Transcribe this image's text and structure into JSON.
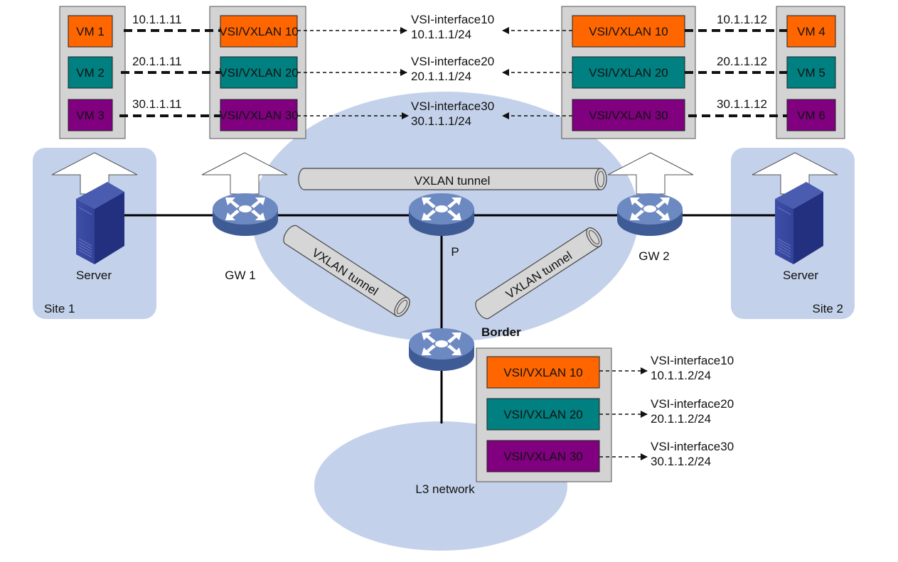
{
  "title": "VXLAN distributed gateway with border network diagram",
  "colors": {
    "vxlan10": "#ff6600",
    "vxlan20": "#008080",
    "vxlan30": "#800080",
    "region_fill": "#c3d1ea",
    "panel_fill": "#d3d3d3",
    "tunnel_fill": "#d6d6d6",
    "device_blue": "#6a86bd",
    "server_blue": "#2e3a8c"
  },
  "sites": [
    {
      "label": "Site 1"
    },
    {
      "label": "Site 2"
    }
  ],
  "regions": {
    "l3_network": "L3 network"
  },
  "devices": {
    "gw1": "GW 1",
    "gw2": "GW 2",
    "p": "P",
    "border": "Border",
    "server1": "Server",
    "server2": "Server"
  },
  "tunnels": [
    "VXLAN tunnel",
    "VXLAN tunnel",
    "VXLAN tunnel"
  ],
  "site1_vms": [
    {
      "name": "VM 1",
      "ip": "10.1.1.11",
      "vxlan": "vxlan10"
    },
    {
      "name": "VM 2",
      "ip": "20.1.1.11",
      "vxlan": "vxlan20"
    },
    {
      "name": "VM 3",
      "ip": "30.1.1.11",
      "vxlan": "vxlan30"
    }
  ],
  "site2_vms": [
    {
      "name": "VM 4",
      "ip": "10.1.1.12",
      "vxlan": "vxlan10"
    },
    {
      "name": "VM 5",
      "ip": "20.1.1.12",
      "vxlan": "vxlan20"
    },
    {
      "name": "VM 6",
      "ip": "30.1.1.12",
      "vxlan": "vxlan30"
    }
  ],
  "gw1_vsis": [
    "VSI/VXLAN 10",
    "VSI/VXLAN 20",
    "VSI/VXLAN 30"
  ],
  "gw2_vsis": [
    "VSI/VXLAN 10",
    "VSI/VXLAN 20",
    "VSI/VXLAN 30"
  ],
  "border_vsis": [
    "VSI/VXLAN 10",
    "VSI/VXLAN 20",
    "VSI/VXLAN 30"
  ],
  "gateway_interfaces": [
    {
      "name": "VSI-interface10",
      "ip": "10.1.1.1/24"
    },
    {
      "name": "VSI-interface20",
      "ip": "20.1.1.1/24"
    },
    {
      "name": "VSI-interface30",
      "ip": "30.1.1.1/24"
    }
  ],
  "border_interfaces": [
    {
      "name": "VSI-interface10",
      "ip": "10.1.1.2/24"
    },
    {
      "name": "VSI-interface20",
      "ip": "20.1.1.2/24"
    },
    {
      "name": "VSI-interface30",
      "ip": "30.1.1.2/24"
    }
  ]
}
